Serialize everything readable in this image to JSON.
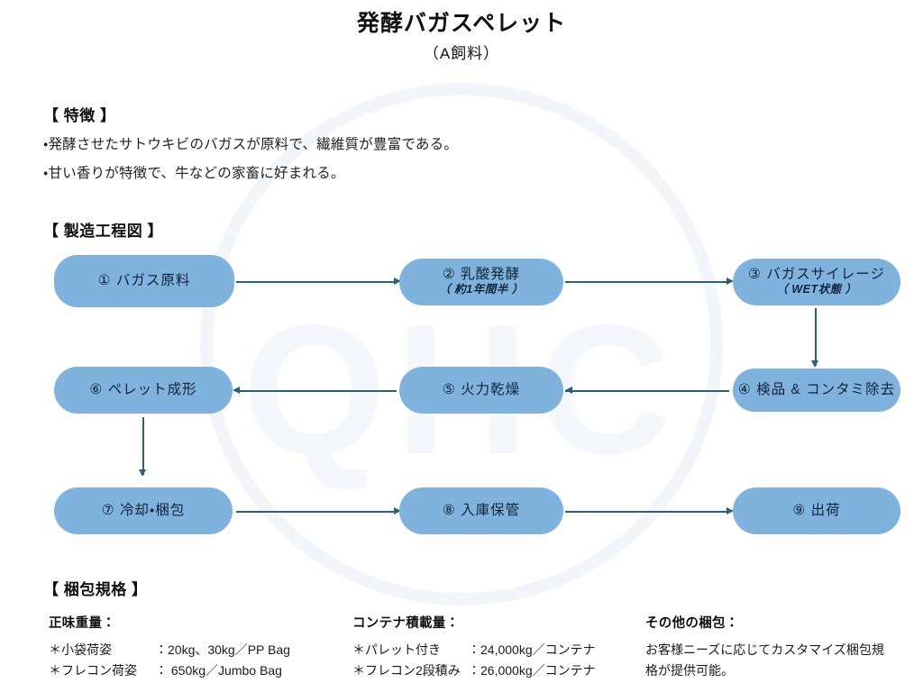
{
  "document": {
    "title": "発酵バガスペレット",
    "subtitle": "（A飼料）"
  },
  "features": {
    "heading": "【 特徴 】",
    "bullets": [
      "・発酵させたサトウキビのバガスが原料で、繊維質が豊富である。",
      "・甘い香りが特徴で、牛などの家畜に好まれる。"
    ]
  },
  "process": {
    "heading": "【 製造工程図 】",
    "nodes": [
      {
        "id": "1",
        "label": "① バガス原料",
        "sub": ""
      },
      {
        "id": "2",
        "label": "② 乳酸発酵",
        "sub": "（ 約1年間半 ）"
      },
      {
        "id": "3",
        "label": "③ バガスサイレージ",
        "sub": "（ WET状態 ）"
      },
      {
        "id": "4",
        "label": "④ 検品 & コンタミ除去",
        "sub": ""
      },
      {
        "id": "5",
        "label": "⑤ 火力乾燥",
        "sub": ""
      },
      {
        "id": "6",
        "label": "⑥ ペレット成形",
        "sub": ""
      },
      {
        "id": "7",
        "label": "⑦ 冷却・梱包",
        "sub": ""
      },
      {
        "id": "8",
        "label": "⑧ 入庫保管",
        "sub": ""
      },
      {
        "id": "9",
        "label": "⑨ 出荷",
        "sub": ""
      }
    ],
    "node_fill_color": "#7fb2dd",
    "connector_color": "#2d6076"
  },
  "packaging": {
    "heading": "【 梱包規格 】",
    "columns": [
      {
        "title": "正味重量：",
        "rows": [
          {
            "key": "＊小袋荷姿",
            "value": "：20kg、30kg／PP Bag"
          },
          {
            "key": "＊フレコン荷姿",
            "value": "： 650kg／Jumbo Bag"
          }
        ],
        "note": ""
      },
      {
        "title": "コンテナ積載量：",
        "rows": [
          {
            "key": "＊パレット付き",
            "value": "：24,000kg／コンテナ"
          },
          {
            "key": "＊フレコン2段積み",
            "value": "：26,000kg／コンテナ"
          }
        ],
        "note": ""
      },
      {
        "title": "その他の梱包：",
        "rows": [],
        "note": "お客様ニーズに応じてカスタマイズ梱包規格が提供可能。"
      }
    ]
  },
  "watermark": {
    "text": "QHC",
    "color": "#f4f8fc"
  }
}
